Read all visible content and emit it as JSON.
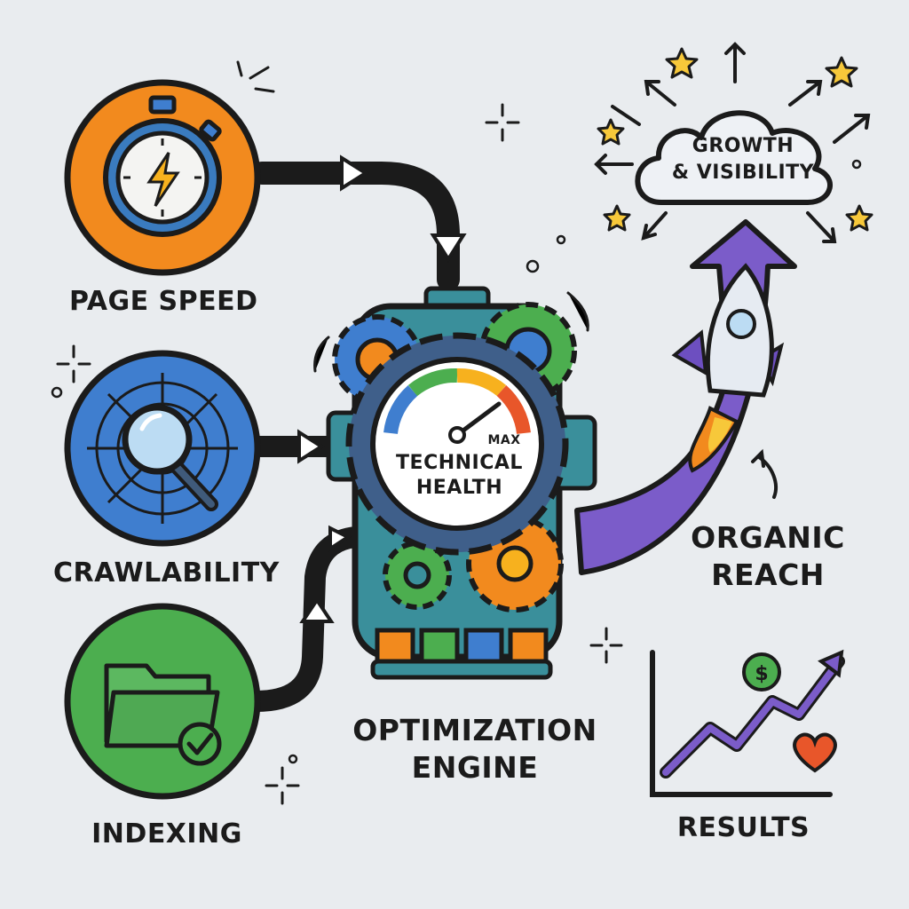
{
  "inputs": [
    {
      "label": "PAGE SPEED",
      "icon": "stopwatch-icon",
      "color": "#f28a1e"
    },
    {
      "label": "CRAWLABILITY",
      "icon": "magnifier-web-icon",
      "color": "#3f7ecf"
    },
    {
      "label": "INDEXING",
      "icon": "folder-check-icon",
      "color": "#4cae4f"
    }
  ],
  "engine": {
    "label_line1": "OPTIMIZATION",
    "label_line2": "ENGINE",
    "gauge_line1": "TECHNICAL",
    "gauge_line2": "HEALTH",
    "gauge_max": "MAX"
  },
  "outputs": {
    "growth_line1": "GROWTH",
    "growth_line2": "& VISIBILITY",
    "organic_line1": "ORGANIC",
    "organic_line2": "REACH",
    "results": "RESULTS"
  },
  "colors": {
    "background": "#e9ecef",
    "teal": "#3a8f9b",
    "green": "#4cae4f",
    "orange": "#f28a1e",
    "purple": "#7b5cc9",
    "blue": "#3f7ecf",
    "outline": "#1b1b1b"
  }
}
